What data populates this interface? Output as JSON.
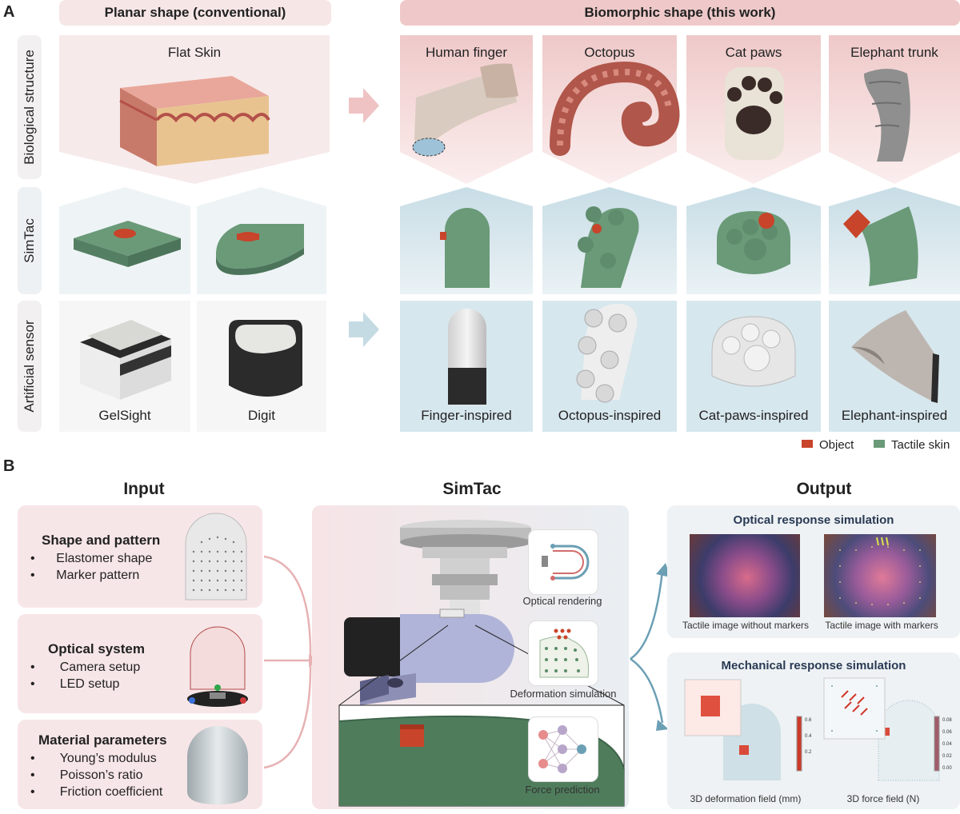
{
  "panel_a": {
    "letter": "A",
    "header_planar": "Planar shape (conventional)",
    "header_bio": "Biomorphic shape (this work)",
    "rows": [
      "Biological structure",
      "SimTac",
      "Artificial sensor"
    ],
    "planar_bio_label": "Flat Skin",
    "bio_labels": [
      "Human finger",
      "Octopus",
      "Cat paws",
      "Elephant trunk"
    ],
    "planar_sensor_labels": [
      "GelSight",
      "Digit"
    ],
    "bio_sensor_labels": [
      "Finger-inspired",
      "Octopus-inspired",
      "Cat-paws-inspired",
      "Elephant-inspired"
    ],
    "legend": {
      "object": "Object",
      "skin": "Tactile skin",
      "object_color": "#c8442a",
      "skin_color": "#6a9a78"
    }
  },
  "panel_b": {
    "letter": "B",
    "input_title": "Input",
    "simtac_title": "SimTac",
    "output_title": "Output",
    "inputs": [
      {
        "title": "Shape and pattern",
        "items": [
          "Elastomer shape",
          "Marker pattern"
        ]
      },
      {
        "title": "Optical system",
        "items": [
          "Camera setup",
          "LED setup"
        ]
      },
      {
        "title": "Material parameters",
        "items": [
          "Young’s modulus",
          "Poisson’s ratio",
          "Friction coefficient"
        ]
      }
    ],
    "modules": [
      "Optical rendering",
      "Deformation simulation",
      "Force prediction"
    ],
    "optical": {
      "title": "Optical response simulation",
      "captions": [
        "Tactile image without markers",
        "Tactile image with markers"
      ]
    },
    "mechanical": {
      "title": "Mechanical response simulation",
      "captions": [
        "3D deformation field (mm)",
        "3D force field (N)"
      ],
      "scale1": [
        "0.6",
        "0.4",
        "0.2"
      ],
      "scale2": [
        "0.08",
        "0.06",
        "0.04",
        "0.02",
        "0.00"
      ]
    }
  }
}
